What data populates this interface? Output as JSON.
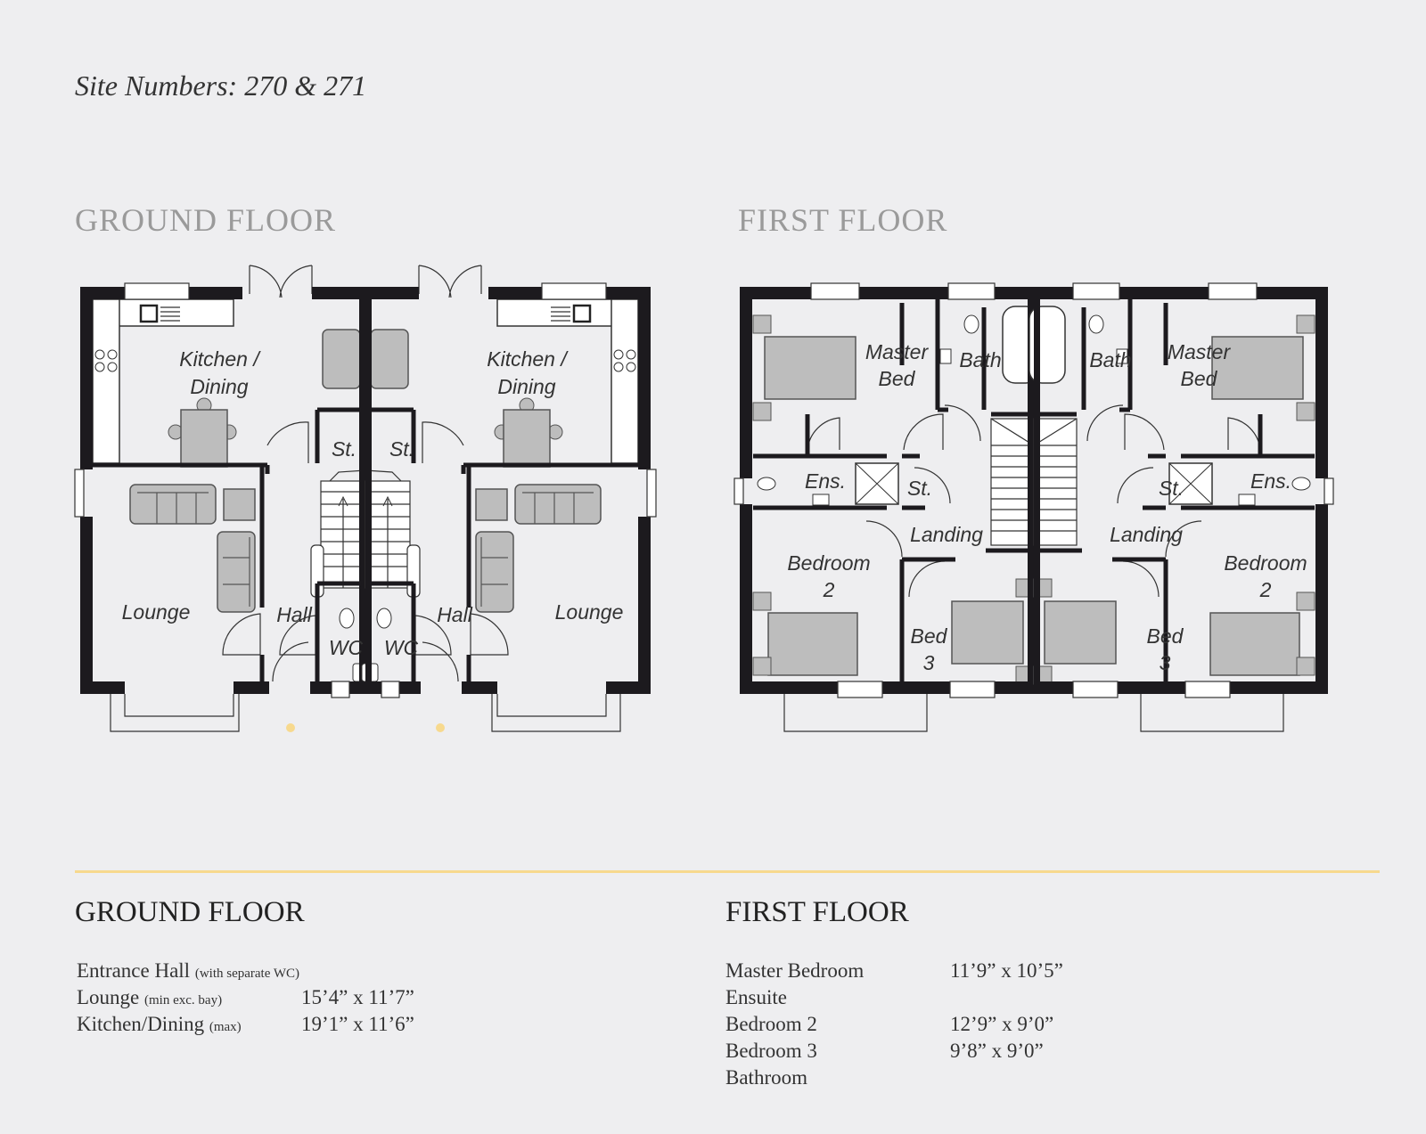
{
  "site_numbers": "Site Numbers: 270 & 271",
  "plans": {
    "ground_title": "GROUND FLOOR",
    "first_title": "FIRST FLOOR",
    "ground_labels": {
      "kitchen1": "Kitchen /",
      "kitchen2": "Dining",
      "store": "St.",
      "lounge": "Lounge",
      "hall": "Hall",
      "wc": "WC"
    },
    "first_labels": {
      "master1": "Master",
      "master2": "Bed",
      "bath": "Bath",
      "ensuite": "Ens.",
      "store": "St.",
      "landing": "Landing",
      "bed2a": "Bedroom",
      "bed2b": "2",
      "bed3a": "Bed",
      "bed3b": "3"
    }
  },
  "colors": {
    "accent": "#f7d98e",
    "wall": "#1c1a1e",
    "furniture": "#bdbdbd"
  },
  "specs": {
    "ground": {
      "title": "GROUND FLOOR",
      "rows": [
        {
          "name": "Entrance Hall",
          "note": "(with separate WC)",
          "size": ""
        },
        {
          "name": "Lounge",
          "note": "(min exc. bay)",
          "size": "15’4” x 11’7”"
        },
        {
          "name": "Kitchen/Dining",
          "note": "(max)",
          "size": "19’1” x 11’6”"
        }
      ]
    },
    "first": {
      "title": "FIRST FLOOR",
      "rows": [
        {
          "name": "Master Bedroom",
          "size": "11’9” x 10’5”"
        },
        {
          "name": "Ensuite",
          "size": ""
        },
        {
          "name": "Bedroom 2",
          "size": "12’9” x 9’0”"
        },
        {
          "name": "Bedroom 3",
          "size": "9’8” x 9’0”"
        },
        {
          "name": "Bathroom",
          "size": ""
        }
      ]
    }
  }
}
